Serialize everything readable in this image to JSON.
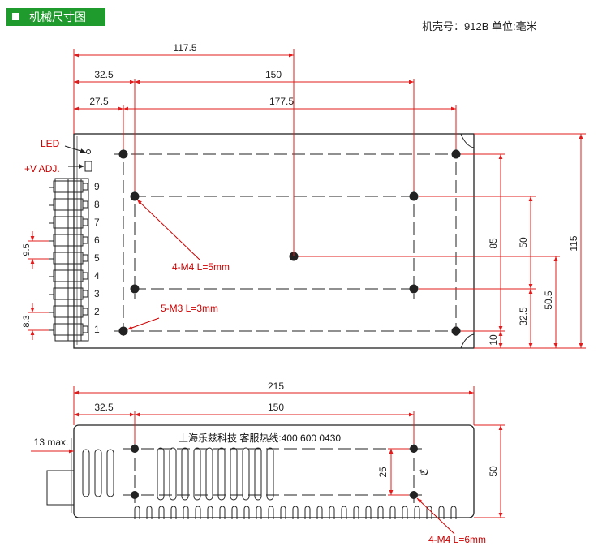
{
  "header": {
    "title": "机械尺寸图"
  },
  "info": "机壳号：912B   单位:毫米",
  "colors": {
    "accent": "#1f9a2d",
    "dimension": "#e11b1b",
    "outline": "#222222",
    "label": "#cc0000"
  },
  "top_view": {
    "dimensions": {
      "d117_5": "117.5",
      "d32_5": "32.5",
      "d150": "150",
      "d27_5": "27.5",
      "d177_5": "177.5",
      "d85": "85",
      "d50": "50",
      "d115": "115",
      "d50_5": "50.5",
      "d32_5v": "32.5",
      "d10": "10",
      "d9_5": "9.5",
      "d8_3": "8.3"
    },
    "labels": {
      "led": "LED",
      "vadj": "+V ADJ.",
      "m4": "4-M4 L=5mm",
      "m3": "5-M3 L=3mm"
    },
    "terminals": [
      "9",
      "8",
      "7",
      "6",
      "5",
      "4",
      "3",
      "2",
      "1"
    ]
  },
  "side_view": {
    "dimensions": {
      "d215": "215",
      "d32_5": "32.5",
      "d150": "150",
      "d13max": "13 max.",
      "d25": "25",
      "d50": "50"
    },
    "text": "上海乐兹科技 客服热线:400 600 0430",
    "m4": "4-M4 L=6mm",
    "mark": "ℭ"
  }
}
